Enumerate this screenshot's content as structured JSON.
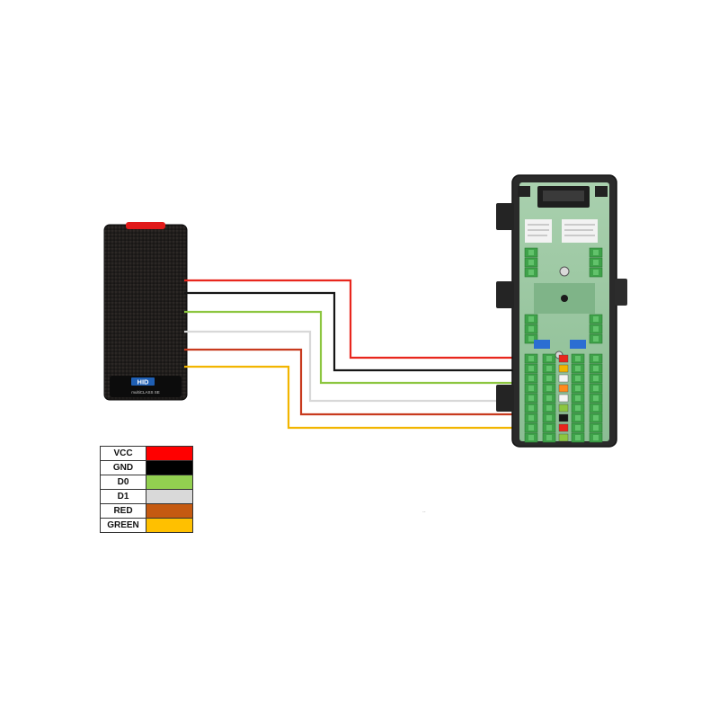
{
  "reader": {
    "brand": "HID",
    "model": "multiCLASS SE"
  },
  "wires": [
    {
      "label": "VCC",
      "color": "#e8261d"
    },
    {
      "label": "GND",
      "color": "#151515"
    },
    {
      "label": "D0",
      "color": "#8cc63f"
    },
    {
      "label": "D1",
      "color": "#d8d8d8"
    },
    {
      "label": "RED",
      "color": "#c83a1e"
    },
    {
      "label": "GREEN",
      "color": "#f2b500"
    }
  ],
  "legend": [
    {
      "label": "VCC",
      "color": "#ff0000"
    },
    {
      "label": "GND",
      "color": "#000000"
    },
    {
      "label": "D0",
      "color": "#92d050"
    },
    {
      "label": "D1",
      "color": "#d9d9d9"
    },
    {
      "label": "RED",
      "color": "#c55a11"
    },
    {
      "label": "GREEN",
      "color": "#ffc000"
    }
  ],
  "controller": {
    "label_text": "",
    "terminal_block_color": "#4caf50",
    "pcb_color": "#9fc7a4"
  }
}
